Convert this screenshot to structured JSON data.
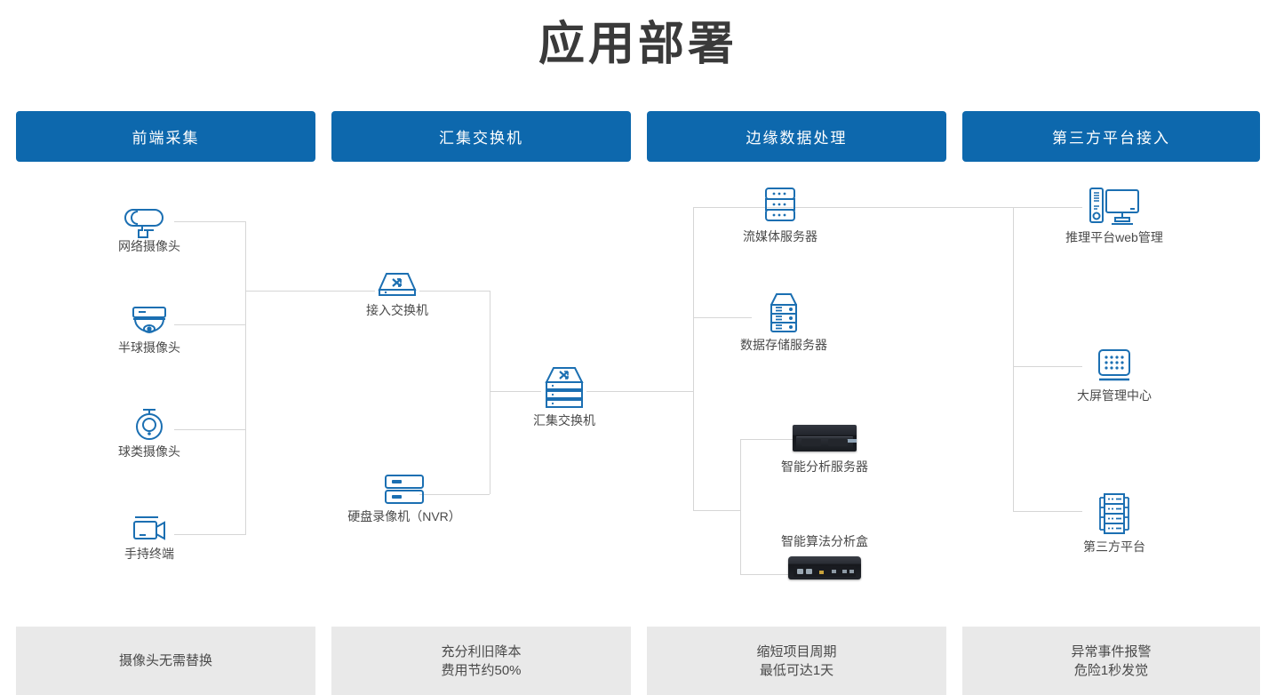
{
  "title": "应用部署",
  "colors": {
    "header_blue": "#0d68ad",
    "icon_blue": "#1b6fb2",
    "line_gray": "#d6d6d6",
    "footer_bg": "#e9e9e9",
    "text": "#4a4a4a"
  },
  "columns": [
    {
      "header": "前端采集",
      "footer_lines": [
        "摄像头无需替换"
      ]
    },
    {
      "header": "汇集交换机",
      "footer_lines": [
        "充分利旧降本",
        "费用节约50%"
      ]
    },
    {
      "header": "边缘数据处理",
      "footer_lines": [
        "缩短项目周期",
        "最低可达1天"
      ]
    },
    {
      "header": "第三方平台接入",
      "footer_lines": [
        "异常事件报警",
        "危险1秒发觉"
      ]
    }
  ],
  "nodes": {
    "front_end": [
      {
        "label": "网络摄像头",
        "icon": "bullet-camera-icon"
      },
      {
        "label": "半球摄像头",
        "icon": "dome-camera-icon"
      },
      {
        "label": "球类摄像头",
        "icon": "ptz-camera-icon"
      },
      {
        "label": "手持终端",
        "icon": "camcorder-icon"
      }
    ],
    "switching": [
      {
        "label": "接入交换机",
        "icon": "access-switch-icon"
      },
      {
        "label": "硬盘录像机（NVR）",
        "icon": "nvr-icon"
      },
      {
        "label": "汇集交换机",
        "icon": "aggregation-switch-icon"
      }
    ],
    "edge": [
      {
        "label": "流媒体服务器",
        "icon": "rack-server-icon"
      },
      {
        "label": "数据存储服务器",
        "icon": "storage-server-icon"
      },
      {
        "label": "智能分析服务器",
        "icon": "analysis-server-photo"
      },
      {
        "label": "智能算法分析盒",
        "icon": "algorithm-box-photo"
      }
    ],
    "platform": [
      {
        "label": "推理平台web管理",
        "icon": "pc-monitor-icon"
      },
      {
        "label": "大屏管理中心",
        "icon": "video-wall-icon"
      },
      {
        "label": "第三方平台",
        "icon": "platform-rack-icon"
      }
    ]
  }
}
